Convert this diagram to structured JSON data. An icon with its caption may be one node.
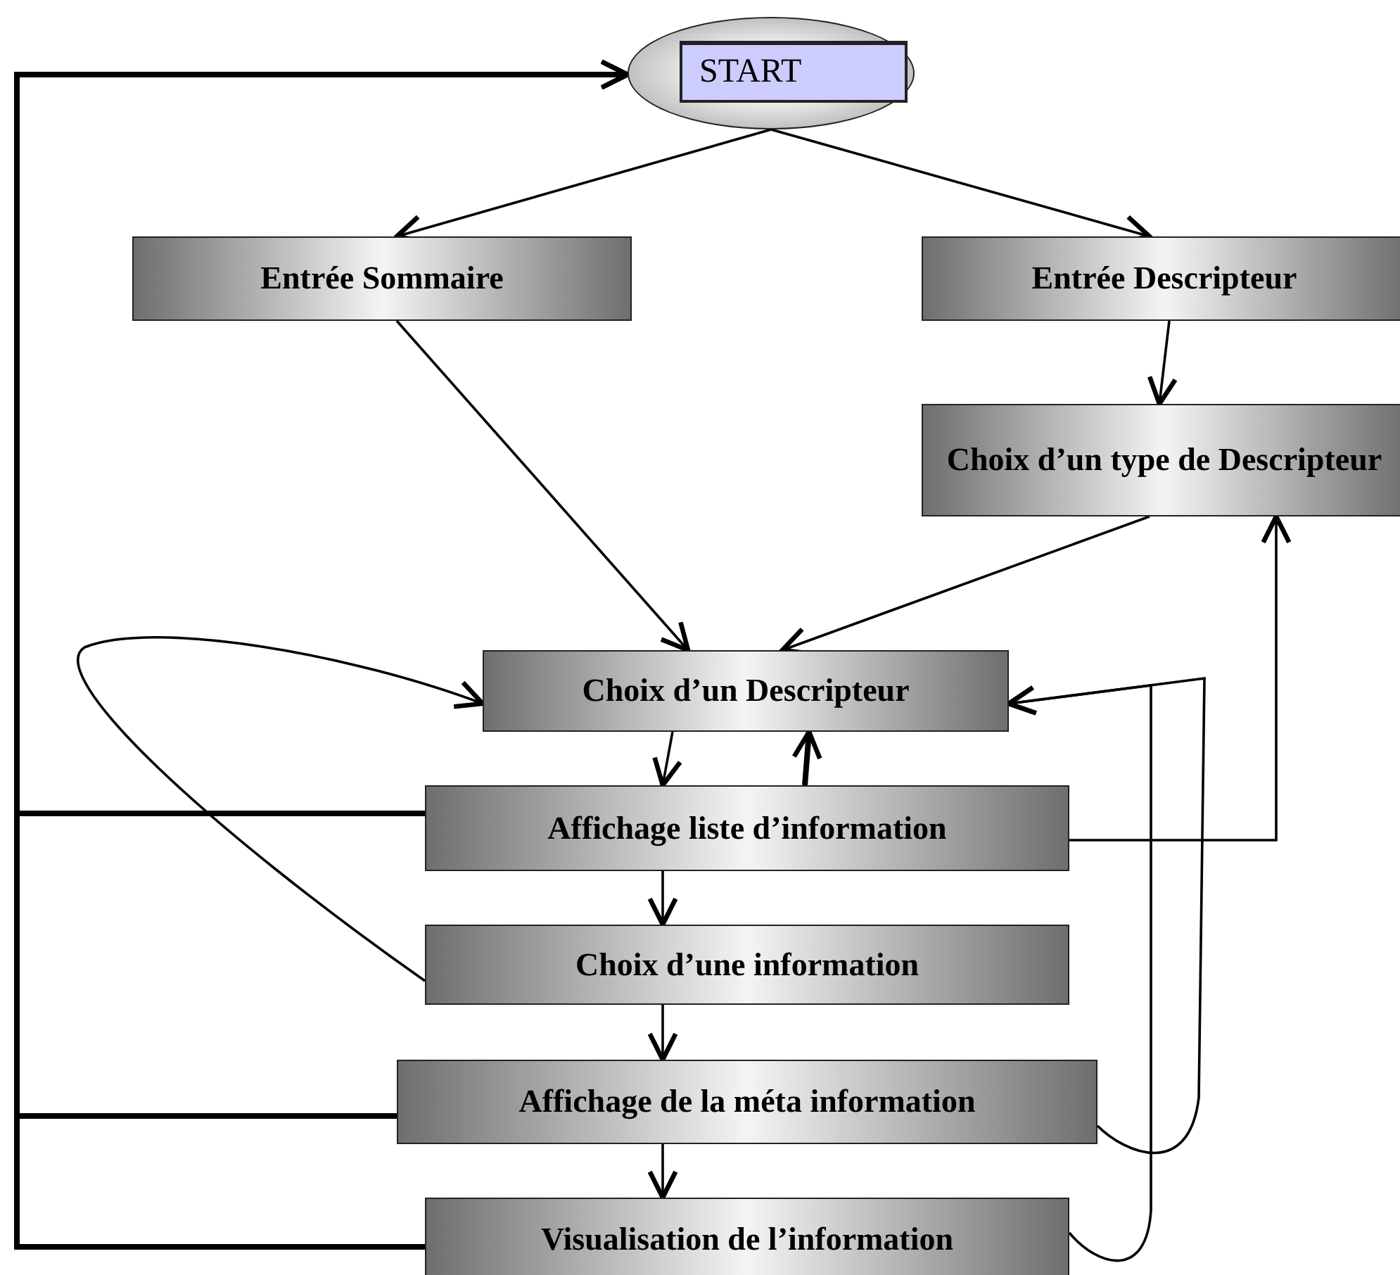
{
  "diagram": {
    "nodes": [
      {
        "text": [
          "START"
        ]
      },
      {
        "text": [
          "Entrée Sommaire"
        ]
      },
      {
        "text": [
          "Entrée Descripteur"
        ]
      },
      {
        "text": [
          "Choix d’un type de Descripteur"
        ]
      },
      {
        "text": [
          "Choix d’un Descripteur"
        ]
      },
      {
        "text": [
          "Affichage liste d’information"
        ]
      },
      {
        "text": [
          "Choix d’une information"
        ]
      },
      {
        "text": [
          "Affichage de la méta information"
        ]
      },
      {
        "text": [
          "Visualisation de l’information"
        ]
      }
    ],
    "edges": [
      {
        "from": 0,
        "to": 1,
        "arrow": "to"
      },
      {
        "from": 0,
        "to": 2,
        "arrow": "to"
      },
      {
        "from": 1,
        "to": 4,
        "arrow": "to"
      },
      {
        "from": 2,
        "to": 3,
        "arrow": "to"
      },
      {
        "from": 3,
        "to": 4,
        "arrow": "to"
      },
      {
        "from": 4,
        "to": 5,
        "arrow": "to"
      },
      {
        "from": 5,
        "to": 4,
        "arrow": "to",
        "style": "thick"
      },
      {
        "from": 5,
        "to": 0,
        "arrow": "to",
        "style": "thick"
      },
      {
        "from": 7,
        "to": 0,
        "arrow": "to",
        "style": "thick"
      },
      {
        "from": 8,
        "to": 0,
        "arrow": "to",
        "style": "thick"
      },
      {
        "from": 6,
        "to": 4,
        "arrow": "to"
      },
      {
        "from": 5,
        "to": 3,
        "arrow": "to"
      },
      {
        "from": 7,
        "to": 4,
        "arrow": "to"
      },
      {
        "from": 8,
        "to": 4,
        "arrow": "to"
      },
      {
        "from": 5,
        "to": 6,
        "arrow": "to"
      },
      {
        "from": 6,
        "to": 7,
        "arrow": "to"
      },
      {
        "from": 7,
        "to": 8,
        "arrow": "to"
      }
    ]
  }
}
